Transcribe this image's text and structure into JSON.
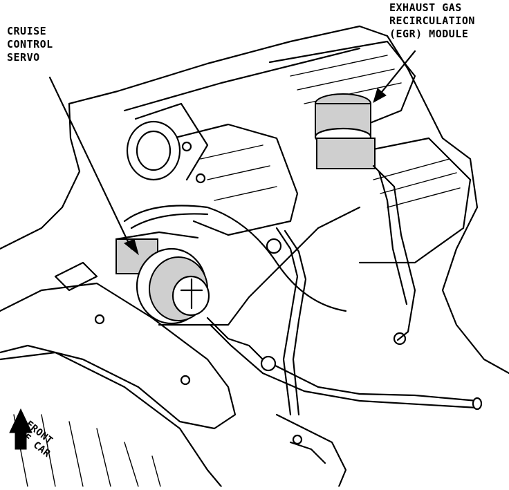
{
  "labels": {
    "cruise_control_servo": "CRUISE\nCONTROL\nSERVO",
    "egr_module": "EXHAUST GAS\nRECIRCULATION\n(EGR) MODULE",
    "front_of_car": "FRONT\nOF CAR"
  }
}
